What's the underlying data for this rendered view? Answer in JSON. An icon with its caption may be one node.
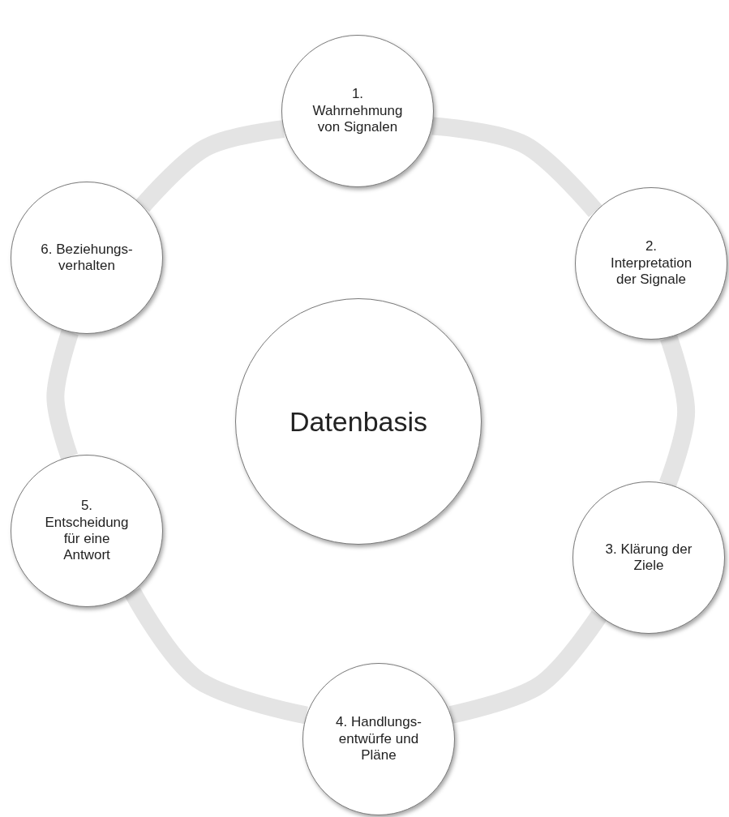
{
  "diagram": {
    "nodes": [
      {
        "text": [
          "Datenbasis"
        ]
      },
      {
        "text": [
          "1. Wahrnehmung von Signalen"
        ]
      },
      {
        "text": [
          "2. Interpretation der Signale"
        ]
      },
      {
        "text": [
          "3. Klärung der Ziele"
        ]
      },
      {
        "text": [
          "4. Handlungs- entwürfe und Pläne"
        ]
      },
      {
        "text": [
          "5. Entscheidung für eine Antwort"
        ]
      },
      {
        "text": [
          "6. Beziehungs- verhalten"
        ]
      }
    ],
    "edges": [
      {
        "from": 1,
        "to": 2,
        "arrow": "none"
      },
      {
        "from": 2,
        "to": 3,
        "arrow": "none"
      },
      {
        "from": 3,
        "to": 4,
        "arrow": "none"
      },
      {
        "from": 4,
        "to": 5,
        "arrow": "none"
      },
      {
        "from": 5,
        "to": 6,
        "arrow": "none"
      },
      {
        "from": 6,
        "to": 1,
        "arrow": "none"
      }
    ]
  }
}
